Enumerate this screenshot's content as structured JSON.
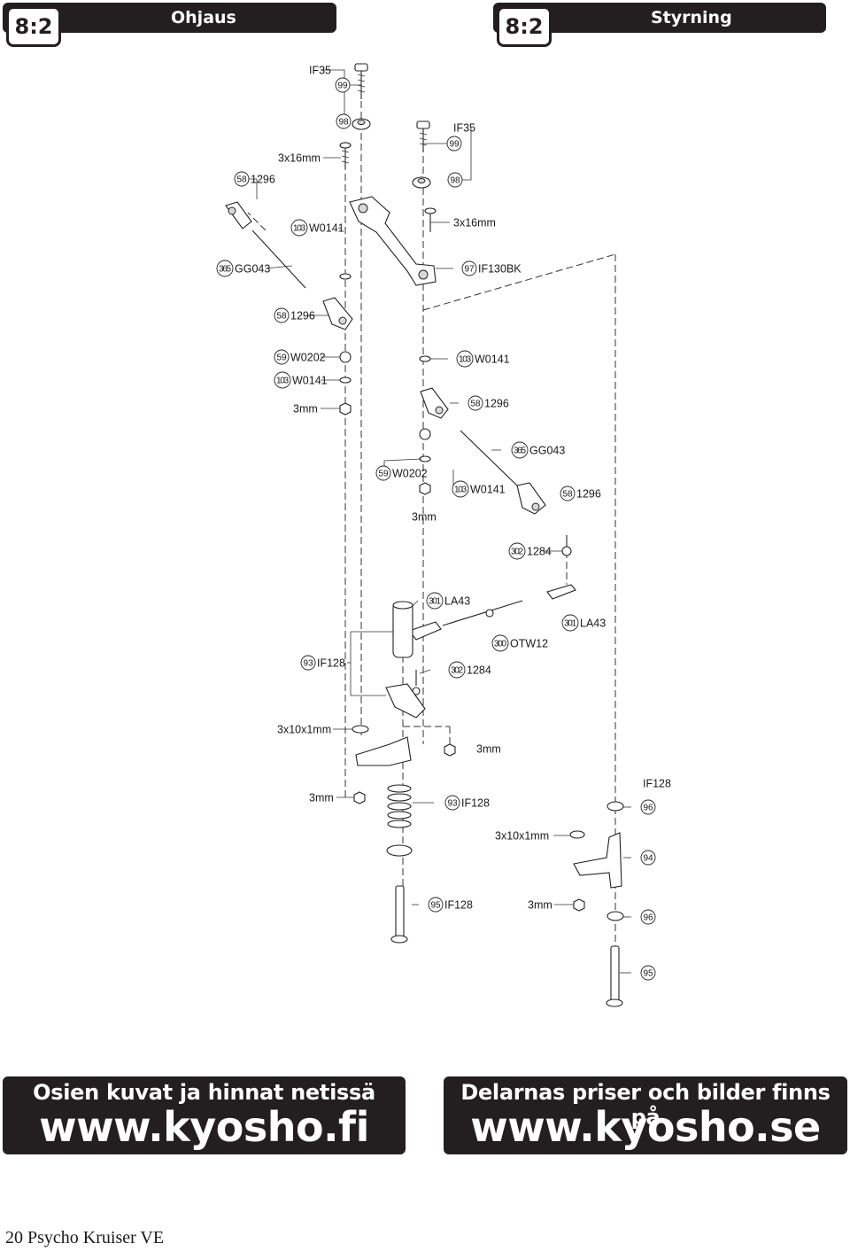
{
  "header": {
    "left": {
      "section": "8:2",
      "title": "Ohjaus"
    },
    "right": {
      "section": "8:2",
      "title": "Styrning"
    }
  },
  "callouts": [
    {
      "num": "",
      "text": "IF35"
    },
    {
      "num": "99",
      "text": ""
    },
    {
      "num": "98",
      "text": ""
    },
    {
      "num": "",
      "text": "3x16mm"
    },
    {
      "num": "58",
      "text": "1296"
    },
    {
      "num": "",
      "text": "IF35"
    },
    {
      "num": "99",
      "text": ""
    },
    {
      "num": "98",
      "text": ""
    },
    {
      "num": "103",
      "text": "W0141"
    },
    {
      "num": "",
      "text": "3x16mm"
    },
    {
      "num": "365",
      "text": "GG043"
    },
    {
      "num": "97",
      "text": "IF130BK"
    },
    {
      "num": "58",
      "text": "1296"
    },
    {
      "num": "59",
      "text": "W0202"
    },
    {
      "num": "103",
      "text": "W0141"
    },
    {
      "num": "103",
      "text": "W0141"
    },
    {
      "num": "",
      "text": "3mm"
    },
    {
      "num": "58",
      "text": "1296"
    },
    {
      "num": "365",
      "text": "GG043"
    },
    {
      "num": "59",
      "text": "W0202"
    },
    {
      "num": "103",
      "text": "W0141"
    },
    {
      "num": "58",
      "text": "1296"
    },
    {
      "num": "",
      "text": "3mm"
    },
    {
      "num": "302",
      "text": "1284"
    },
    {
      "num": "301",
      "text": "LA43"
    },
    {
      "num": "301",
      "text": "LA43"
    },
    {
      "num": "300",
      "text": "OTW12"
    },
    {
      "num": "93",
      "text": "IF128"
    },
    {
      "num": "302",
      "text": "1284"
    },
    {
      "num": "",
      "text": "3x10x1mm"
    },
    {
      "num": "",
      "text": "3mm"
    },
    {
      "num": "",
      "text": "IF128"
    },
    {
      "num": "",
      "text": "3mm"
    },
    {
      "num": "93",
      "text": "IF128"
    },
    {
      "num": "96",
      "text": ""
    },
    {
      "num": "",
      "text": "3x10x1mm"
    },
    {
      "num": "94",
      "text": ""
    },
    {
      "num": "95",
      "text": "IF128"
    },
    {
      "num": "",
      "text": "3mm"
    },
    {
      "num": "96",
      "text": ""
    },
    {
      "num": "95",
      "text": ""
    }
  ],
  "info_left": {
    "line1": "Osien kuvat ja hinnat netissä",
    "line2": "www.kyosho.fi"
  },
  "info_right": {
    "line1": "Delarnas priser och bilder finns på",
    "line2": "www.kyosho.se"
  },
  "footer": {
    "page_number": "20",
    "title": "Psycho Kruiser VE"
  }
}
